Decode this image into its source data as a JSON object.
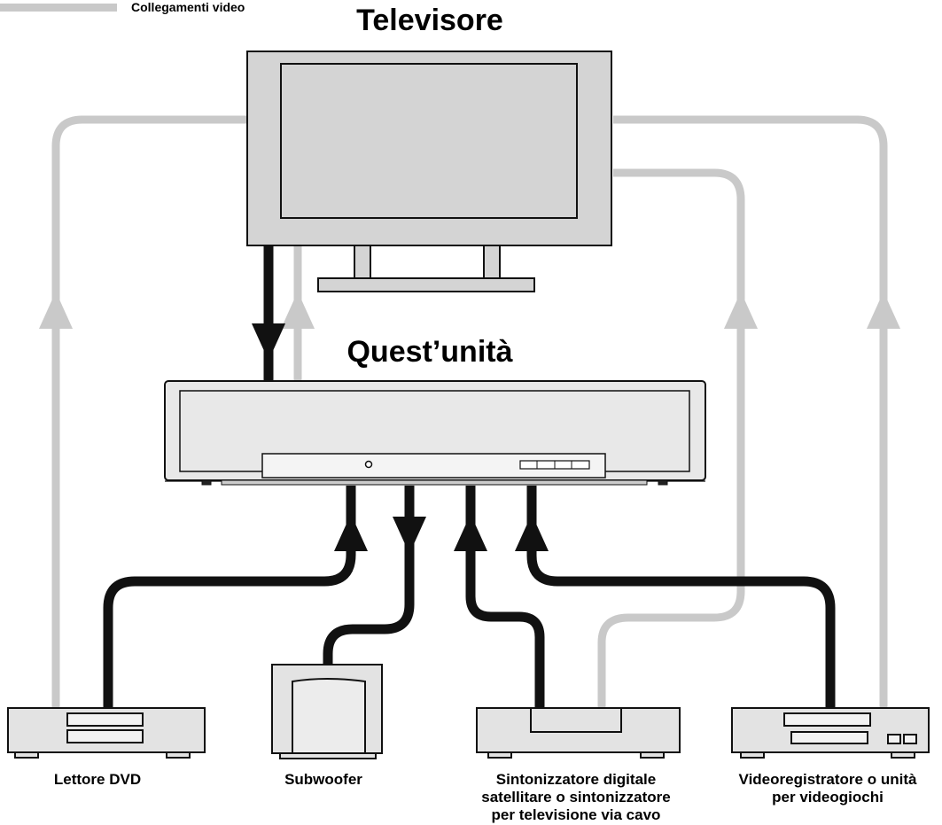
{
  "legend": {
    "label": "Collegamenti video",
    "color": "#c9c9c9"
  },
  "tv": {
    "label": "Televisore"
  },
  "unit": {
    "label": "Quest’unità"
  },
  "devices": {
    "dvd": "Lettore DVD",
    "subwoofer": "Subwoofer",
    "tuner": [
      "Sintonizzatore digitale",
      "satellitare o sintonizzatore",
      "per televisione via cavo"
    ],
    "vcr": [
      "Videoregistratore o unità",
      "per videogiochi"
    ]
  },
  "colors": {
    "video_line": "#c9c9c9",
    "audio_line": "#111111",
    "device_fill": "#e3e3e3",
    "outline": "#111111"
  }
}
